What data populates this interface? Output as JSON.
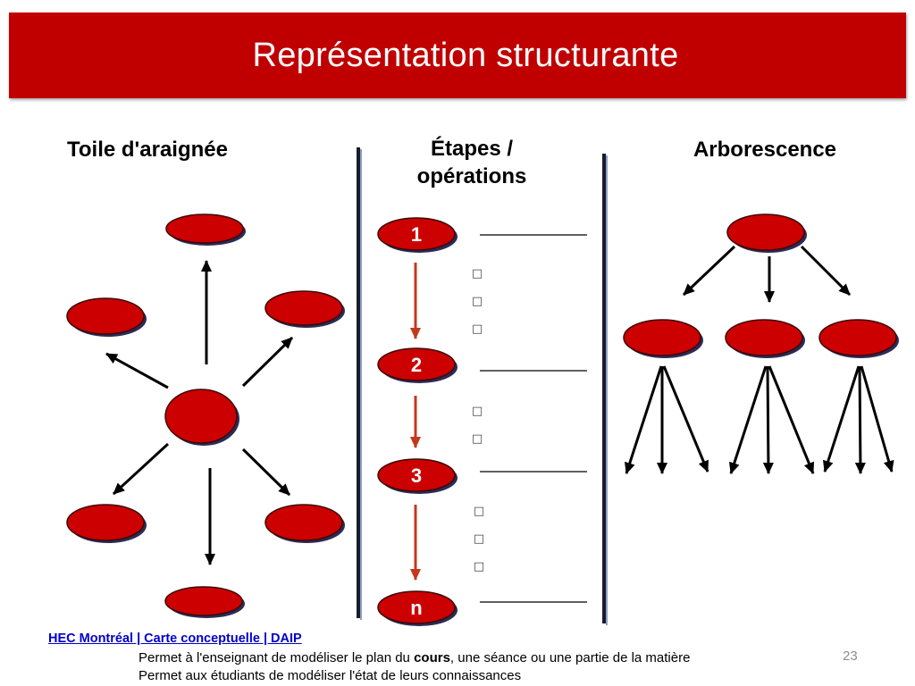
{
  "slide": {
    "title": "Représentation structurante",
    "page_number": "23"
  },
  "colors": {
    "banner": "#c00000",
    "node": "#cc0000",
    "node_shadow": "#2b2b55",
    "step_arrow": "#c4381c",
    "link": "#0000cc"
  },
  "web": {
    "heading": "Toile d'araignée"
  },
  "steps": {
    "heading_line1": "Étapes /",
    "heading_line2": "opérations",
    "labels": [
      "1",
      "2",
      "3",
      "n"
    ],
    "bullets": [
      "□",
      "□",
      "□",
      "□",
      "□",
      "□",
      "□",
      "□"
    ]
  },
  "tree": {
    "heading": "Arborescence"
  },
  "footer": {
    "link": "HEC Montréal | Carte conceptuelle | DAIP",
    "line1_before": "Permet à l'enseignant de modéliser le plan du ",
    "line1_bold": "cours",
    "line1_after": ", une séance ou une partie de la matière",
    "line2": "Permet aux étudiants de modéliser l'état de leurs connaissances"
  }
}
